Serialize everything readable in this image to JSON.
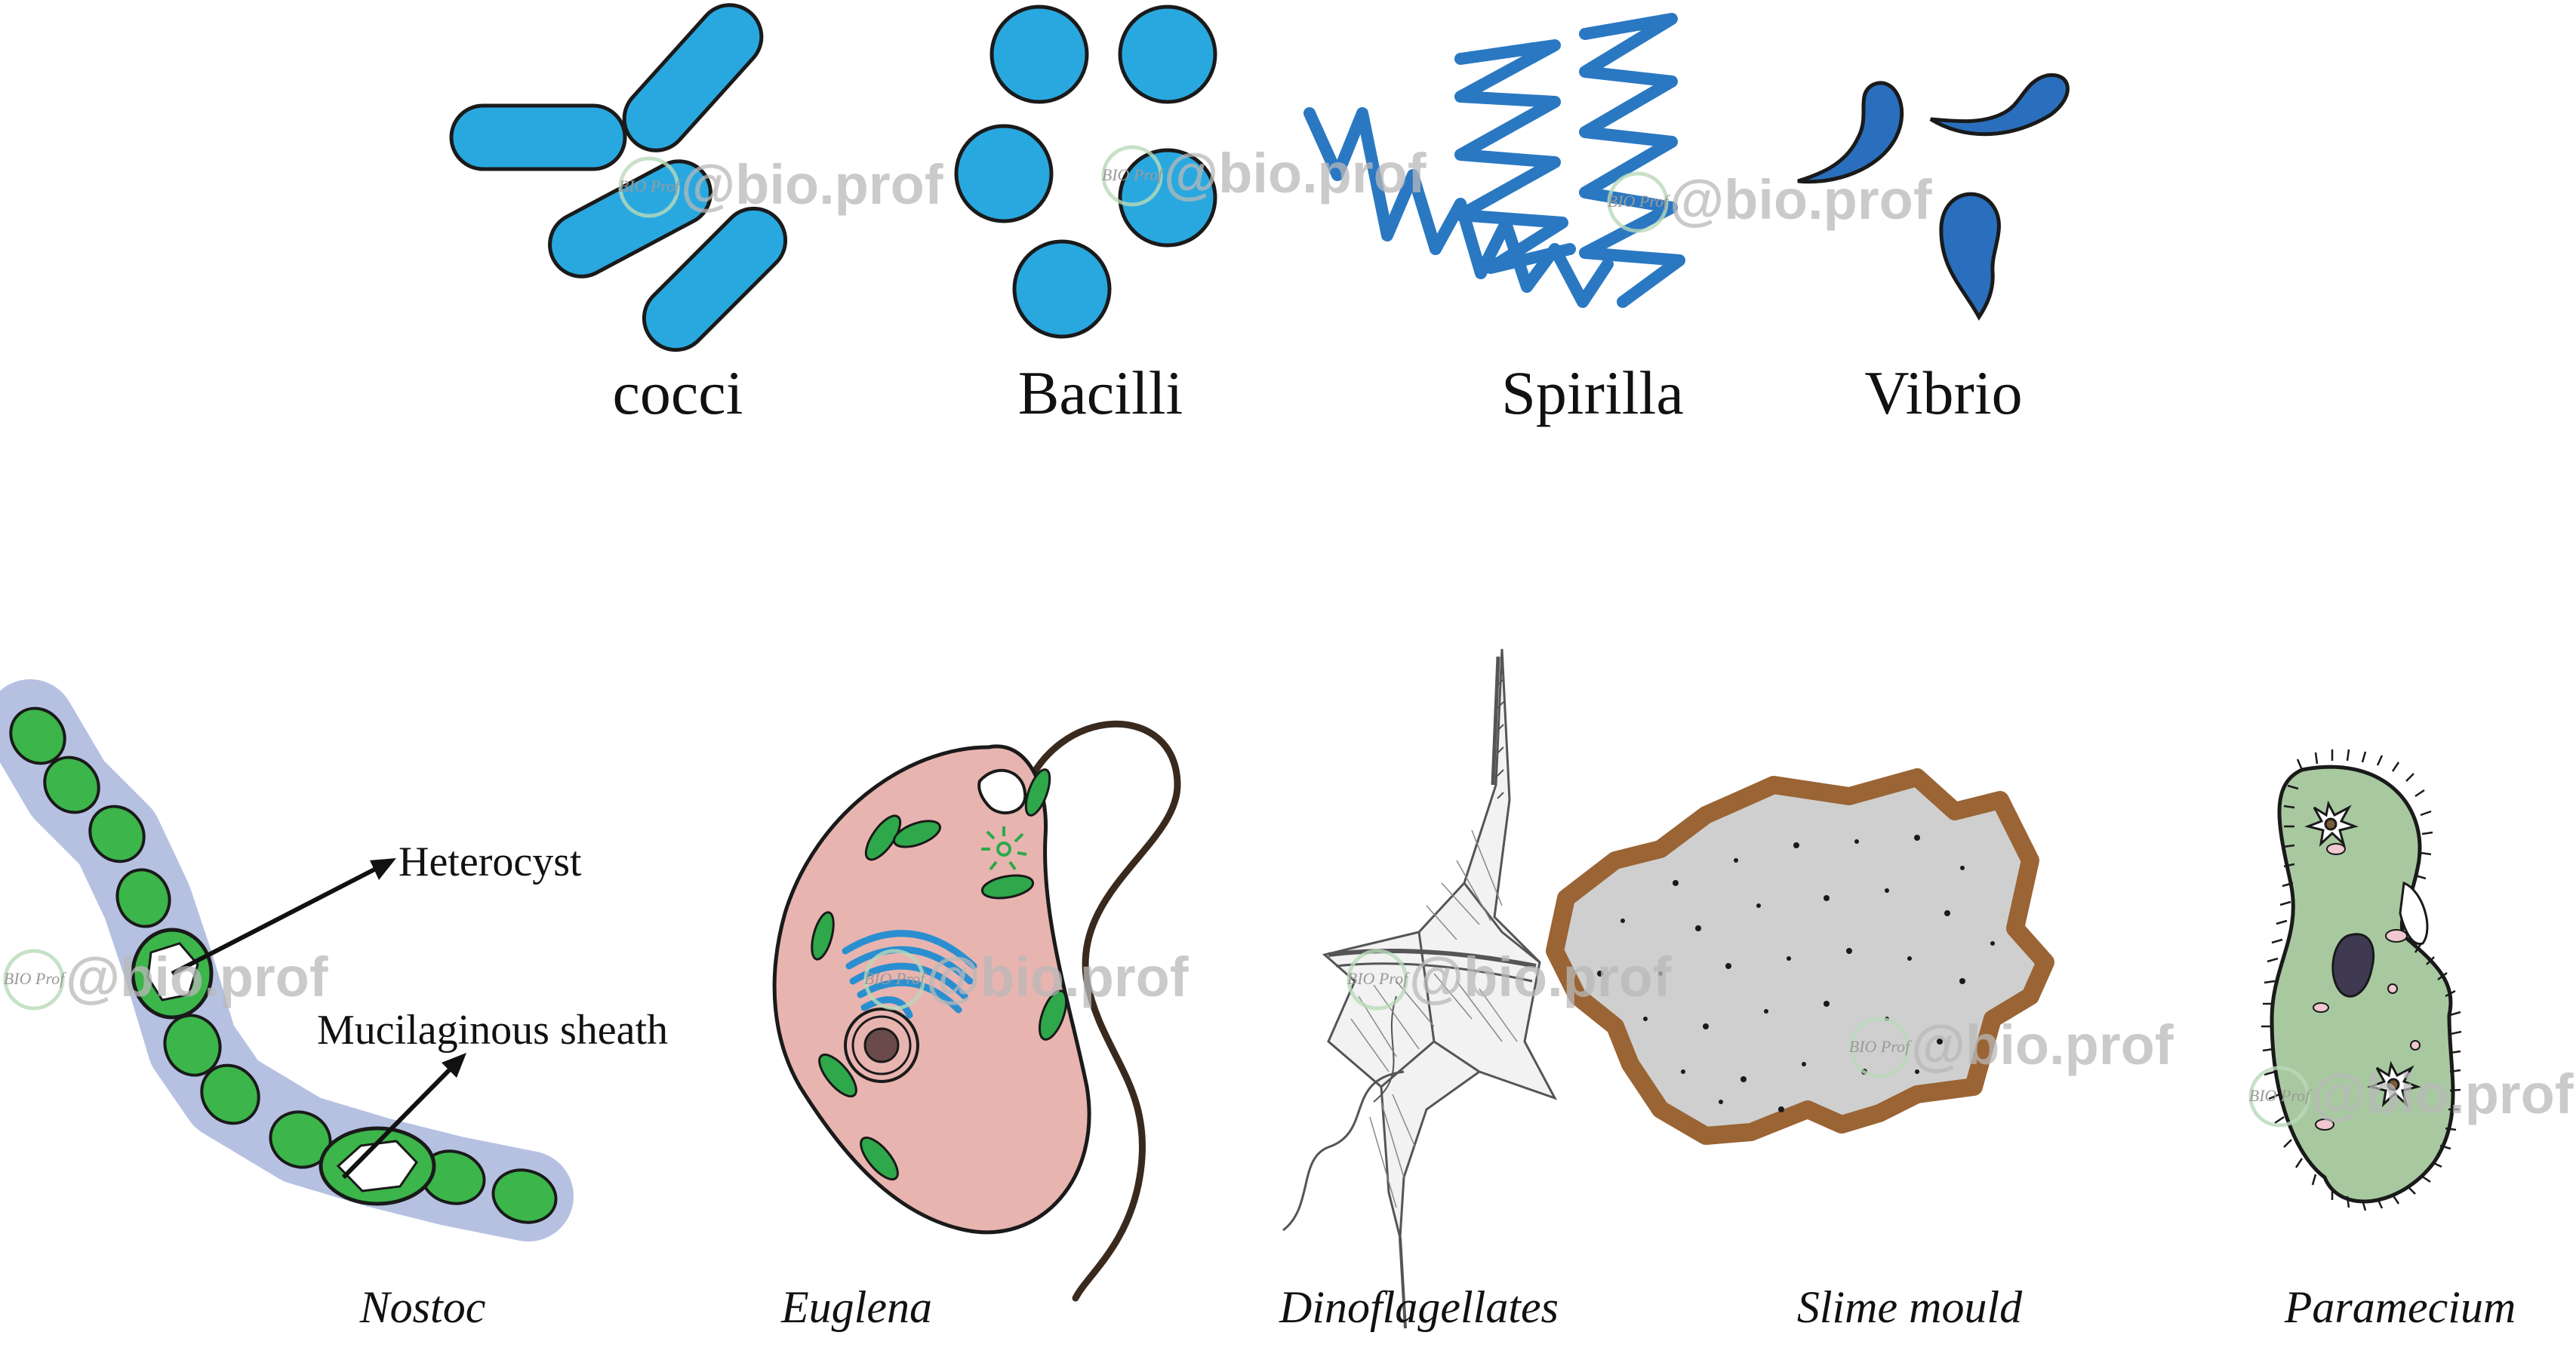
{
  "labels": {
    "cocci": "cocci",
    "bacilli": "Bacilli",
    "spirilla": "Spirilla",
    "vibrio": "Vibrio",
    "nostoc": "Nostoc",
    "euglena": "Euglena",
    "dinoflagellates": "Dinoflagellates",
    "slime_mould": "Slime mould",
    "paramecium": "Paramecium",
    "heterocyst": "Heterocyst",
    "mucilaginous_sheath": "Mucilaginous sheath"
  },
  "watermark": {
    "text": "@bio.prof",
    "logo_text": "BIO Prof"
  },
  "colors": {
    "bacteria_blue": "#29a8e0",
    "spiral_blue": "#2a78c2",
    "vibrio_blue": "#2a6fbe",
    "nostoc_green": "#3cb54a",
    "nostoc_sheath": "#b6c1e2",
    "euglena_pink": "#e8b4b0",
    "chloroplast_green": "#2ea84a",
    "slime_grey": "#cfcfcf",
    "slime_border": "#9a6434",
    "paramecium_green": "#a8c9a0",
    "nucleus_purple": "#3f3a52",
    "watermark_grey": "#b9b9b9"
  }
}
